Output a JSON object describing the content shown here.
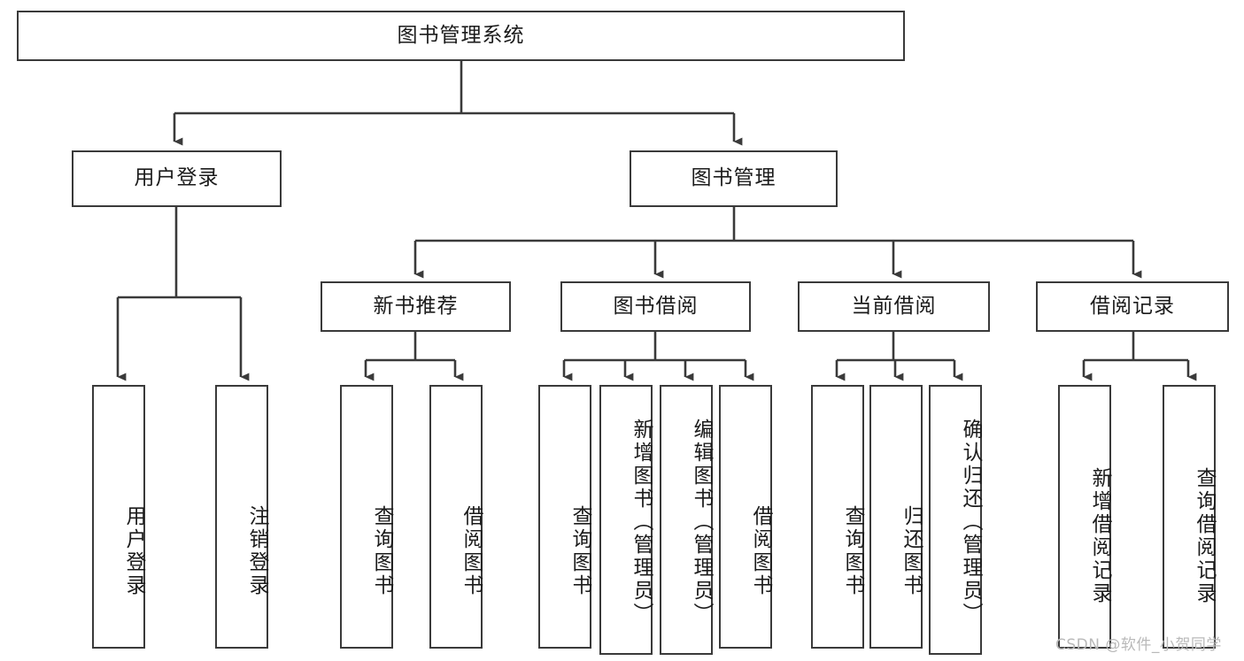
{
  "diagram": {
    "title": "图书管理系统",
    "type": "hierarchy-tree",
    "root": {
      "id": "root",
      "label": "图书管理系统"
    },
    "level2": [
      {
        "id": "user-login",
        "label": "用户登录"
      },
      {
        "id": "book-management",
        "label": "图书管理"
      }
    ],
    "level3": [
      {
        "id": "new-book-recommend",
        "label": "新书推荐"
      },
      {
        "id": "book-borrow",
        "label": "图书借阅"
      },
      {
        "id": "current-borrow",
        "label": "当前借阅"
      },
      {
        "id": "borrow-record",
        "label": "借阅记录"
      }
    ],
    "leaves": {
      "user-login": [
        {
          "id": "leaf-user-login",
          "label": "用户登录"
        },
        {
          "id": "leaf-logout-login",
          "label": "注销登录"
        }
      ],
      "new-book-recommend": [
        {
          "id": "leaf-query-book-1",
          "label": "查询图书"
        },
        {
          "id": "leaf-borrow-book-1",
          "label": "借阅图书"
        }
      ],
      "book-borrow": [
        {
          "id": "leaf-query-book-2",
          "label": "查询图书"
        },
        {
          "id": "leaf-add-book-admin",
          "label": "新增图书（管理员）"
        },
        {
          "id": "leaf-edit-book-admin",
          "label": "编辑图书（管理员）"
        },
        {
          "id": "leaf-borrow-book-2",
          "label": "借阅图书"
        }
      ],
      "current-borrow": [
        {
          "id": "leaf-query-book-3",
          "label": "查询图书"
        },
        {
          "id": "leaf-return-book",
          "label": "归还图书"
        },
        {
          "id": "leaf-confirm-return-admin",
          "label": "确认归还（管理员）"
        }
      ],
      "borrow-record": [
        {
          "id": "leaf-add-borrow-record",
          "label": "新增借阅记录"
        },
        {
          "id": "leaf-query-borrow-record",
          "label": "查询借阅记录"
        }
      ]
    }
  },
  "watermark": {
    "text": "CSDN @软件_小贺同学"
  },
  "colors": {
    "box_border": "#3a3a3a",
    "connector": "#3a3a3a",
    "background": "#ffffff",
    "text": "#1b1b1b",
    "watermark": "#b9b9b9"
  }
}
